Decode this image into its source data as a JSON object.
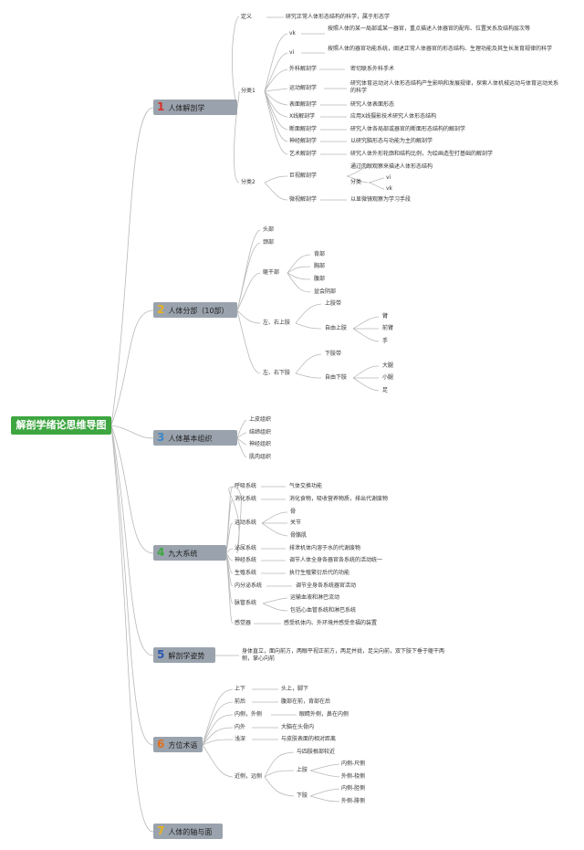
{
  "root": "解剖学绪论思维导图",
  "colors": {
    "root": "#3ea640",
    "category": "#9aa3ad",
    "link": "#b9b9b9",
    "n1": "#d9302a",
    "n2": "#e8b21e",
    "n3": "#3f86c6",
    "n4": "#3ea640",
    "n5": "#2f57b3",
    "n6": "#e3701e",
    "n7": "#e8b21e"
  },
  "c1": {
    "num": "1",
    "label": "人体解剖学",
    "def_key": "定义",
    "def_val": "研究正常人体形态结构的科学，属于形态学",
    "fenlei1": "分类1",
    "vk": "vk",
    "vk_val": "按照人体的某一局部或某一器官，重点描述人体器官的配布、位置关系及结构层次等",
    "vi": "vi",
    "vi_val": "按照人体的器官功能系统，阐述正常人体器官的形态结构、生理功能及其生长发育规律的科学",
    "waike": "外科解剖学",
    "waike_val": "密切联系外科手术",
    "yundong": "运动解剖学",
    "yundong_val": "研究体育运动对人体形态结构产生影响和发展规律，探索人体机械运动与体育运动关系的科学",
    "biaomian": "表面解剖学",
    "biaomian_val": "研究人体表面形态",
    "xxian": "X线解剖学",
    "xxian_val": "应用X线摄影技术研究人体形态结构",
    "duanmian": "断面解剖学",
    "duanmian_val": "研究人体各局部或器官的断面形态结构的解剖学",
    "shenjing": "神经解剖学",
    "shenjing_val": "以研究脑形态与功能为主的解剖学",
    "yishu": "艺术解剖学",
    "yishu_val": "研究人体外形轮廓和结构比例，为绘画造型打基础的解剖学",
    "fenlei2": "分类2",
    "jushi": "巨视解剖学",
    "jushi_val": "通过肉眼观察来描述人体形态结构",
    "fenlei": "分类",
    "fl_vi": "vi",
    "fl_vk": "vk",
    "weishi": "微视解剖学",
    "weishi_val": "以显微镜观察为学习手段"
  },
  "c2": {
    "num": "2",
    "label": "人体分部（10部）",
    "tou": "头部",
    "jing": "颈部",
    "qugan": "躯干部",
    "bei": "背部",
    "xiong": "胸部",
    "fu": "腹部",
    "pen": "盆会阴部",
    "shangzhi": "左、右上肢",
    "shangzhidai": "上肢带",
    "ziyou_s": "自由上肢",
    "bi": "臂",
    "qianbi": "前臂",
    "shou": "手",
    "xiazhi": "左、右下肢",
    "xiazhidai": "下肢带",
    "ziyou_x": "自由下肢",
    "datui": "大腿",
    "xiaotui": "小腿",
    "zu": "足"
  },
  "c3": {
    "num": "3",
    "label": "人体基本组织",
    "items": [
      "上皮组织",
      "结缔组织",
      "神经组织",
      "肌肉组织"
    ]
  },
  "c4": {
    "num": "4",
    "label": "九大系统",
    "huxi": "呼吸系统",
    "huxi_val": "气体交换功能",
    "xiaohua": "消化系统",
    "xiaohua_val": "消化食物，吸收营养物质，排出代谢废物",
    "yundong": "运动系统",
    "gu": "骨",
    "guanjie": "关节",
    "gugeji": "骨骼肌",
    "miniao": "泌尿系统",
    "miniao_val": "排泄机体内溶于水的代谢废物",
    "shenjing": "神经系统",
    "shenjing_val": "调节人体全身各器官各系统的活动统一",
    "shengzhi": "生殖系统",
    "shengzhi_val": "执行生殖繁衍后代的功能",
    "neifenmi": "内分泌系统",
    "neifenmi_val": "调节全身各系统器官活动",
    "maiguan": "脉管系统",
    "maiguan_v1": "运输血液和淋巴流动",
    "maiguan_v2": "包括心血管系统和淋巴系统",
    "ganjue": "感觉器",
    "ganjue_val": "感受机体内、外环境并感受幸福的装置"
  },
  "c5": {
    "num": "5",
    "label": "解剖学姿势",
    "text": "身体直立，面向前方，两眼平视正前方，两足并拢，足尖向前，双下肢下垂于躯干两侧，掌心向前"
  },
  "c6": {
    "num": "6",
    "label": "方位术语",
    "shangxia": "上下",
    "shangxia_val": "头上，脚下",
    "qianhou": "前后",
    "qianhou_val": "腹部在前，背部在后",
    "neice": "内侧，外侧",
    "neice_val": "眼睛外侧，鼻在内侧",
    "neiwai": "内外",
    "neiwai_val": "大脑在头骨内",
    "qianshen": "浅深",
    "qianshen_val": "与皮肤表面的相对距离",
    "jince": "近侧，远侧",
    "jince_val": "与四肢根部较近",
    "shangzhi": "上肢",
    "chi": "内侧-尺侧",
    "nao": "外侧-桡侧",
    "xiazhi": "下肢",
    "jing": "内侧-胫侧",
    "fei": "外侧-腓侧"
  },
  "c7": {
    "num": "7",
    "label": "人体的轴与面"
  }
}
